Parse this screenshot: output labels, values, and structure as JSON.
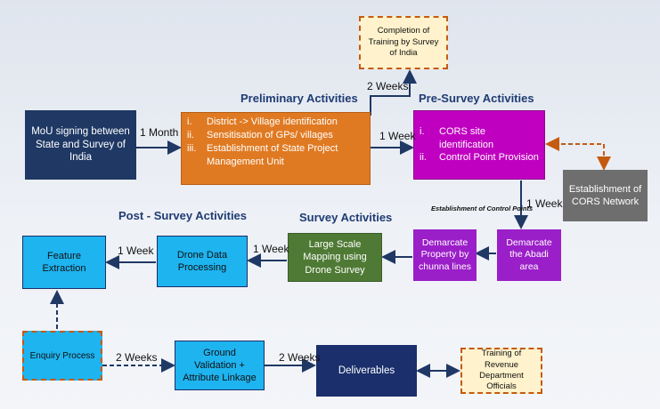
{
  "headings": {
    "preliminary": "Preliminary Activities",
    "pre_survey": "Pre-Survey Activities",
    "post_survey": "Post - Survey Activities",
    "survey": "Survey Activities"
  },
  "boxes": {
    "mou": "MoU signing between State and Survey of India",
    "preliminary_items": [
      {
        "num": "i.",
        "text": "District -> Village identification"
      },
      {
        "num": "ii.",
        "text": "Sensitisation of GPs/ villages"
      },
      {
        "num": "iii.",
        "text": "Establishment of State Project Management Unit"
      }
    ],
    "completion_training": "Completion of Training by Survey of India",
    "pre_survey_items": [
      {
        "num": "i.",
        "text": "CORS site identification"
      },
      {
        "num": "ii.",
        "text": "Control Point Provision"
      }
    ],
    "cors_network": "Establishment of CORS Network",
    "demarcate_abadi": "Demarcate the Abadi area",
    "demarcate_property": "Demarcate Property by chunna lines",
    "large_scale_mapping": "Large Scale Mapping using Drone Survey",
    "drone_processing": "Drone Data Processing",
    "feature_extraction": "Feature Extraction",
    "enquiry_process": "Enquiry Process",
    "ground_validation": "Ground Validation + Attribute Linkage",
    "deliverables": "Deliverables",
    "training_revenue": "Training of Revenue Department Officials"
  },
  "edge_labels": {
    "mou_to_prelim": "1 Month",
    "prelim_to_training": "2 Weeks",
    "prelim_to_presurvey": "1 Week",
    "control_points": "Establishment of Control Points",
    "presurvey_to_abadi": "1 Week",
    "mapping_to_drone": "1 Week",
    "drone_to_feature": "1 Week",
    "enquiry_to_ground": "2 Weeks",
    "ground_to_deliverables": "2 Weeks"
  },
  "colors": {
    "navy": "#1f3864",
    "orange": "#e07a22",
    "magenta": "#c000c0",
    "purple": "#9b1fc8",
    "green": "#4f7a35",
    "light_blue": "#1eb4f0",
    "gray": "#6e6e6e",
    "cream": "#fff2cc",
    "dashed_border": "#c55a11",
    "dark_blue": "#1a2f6b"
  }
}
